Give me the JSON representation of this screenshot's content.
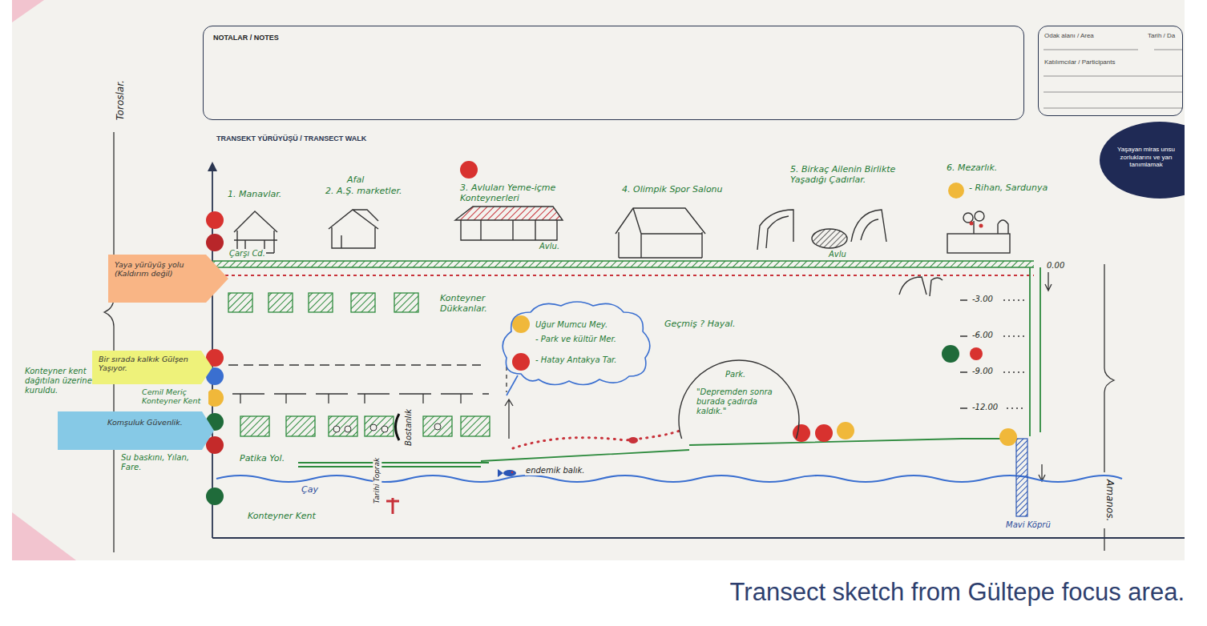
{
  "diagram": {
    "title": "TRANSEKT YÜRÜYÜŞÜ / TRANSECT WALK",
    "caption": "Transect sketch from Gültepe focus area.",
    "nodes": [
      {
        "text": [
          "NOTALAR / NOTES"
        ]
      },
      {
        "text": [
          "Odak alanı / Area",
          "Tarih / Da",
          "Katılımcılar / Participants"
        ]
      },
      {
        "text": [
          "Yaşayan miras unsu zorluklarını ve yan tanımlamak"
        ]
      },
      {
        "text": [
          "Yaya yürüyüş yolu (Kaldırım değil)"
        ]
      },
      {
        "text": [
          "Uğur Mumcu Mey.",
          "- Park ve kültür Mer.",
          "- Hatay Antakya Tar."
        ]
      },
      {
        "text": [
          "Bir sırada kalkık Gülşen Yaşıyor."
        ]
      },
      {
        "text": [
          "Komşuluk Güvenlik."
        ]
      },
      {
        "text": [
          "Park.",
          "\"Depremden sonra burada çadırda kaldık.\""
        ]
      }
    ],
    "labels": [
      "Toroslar.",
      "Amanos.",
      "1. Manavlar.",
      "Afal",
      "2. A.Ş. marketler.",
      "3. Avluları Yeme-içme Konteynerleri",
      "Avlu.",
      "4. Olimpik Spor Salonu",
      "5. Birkaç Ailenin Birlikte Yaşadığı Çadırlar.",
      "Avlu",
      "6. Mezarlık.",
      "- Rihan, Sardunya",
      "Çarşı Cd.",
      "0.00",
      "-3.00",
      "-6.00",
      "-9.00",
      "-12.00",
      "Konteyner Dükkanlar.",
      "Geçmiş ? Hayal.",
      "Konteyner kent dağıtılan üzerine kuruldu.",
      "Cemil Meriç Konteyner Kent",
      "Su baskını, Yılan, Fare.",
      "Bostanlık",
      "Patika Yol.",
      "Çay",
      "Tarihi Toprak",
      "endemik balık.",
      "Konteyner Kent",
      "Mavi Köprü"
    ]
  }
}
